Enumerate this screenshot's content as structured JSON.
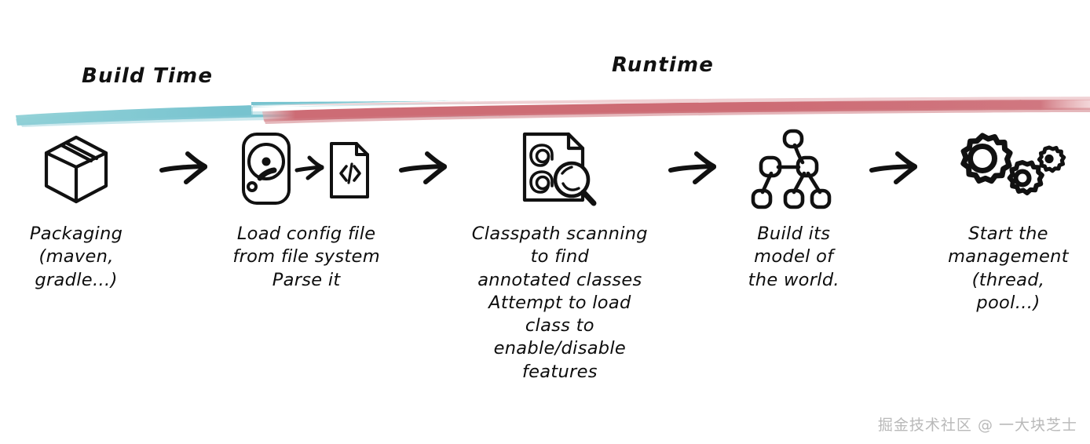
{
  "diagram": {
    "title_build_phase": "Build Time",
    "title_runtime_phase": "Runtime",
    "colors": {
      "build_bar": "#7ec5cf",
      "runtime_bar": "#cf6b74",
      "ink": "#111111",
      "background": "#ffffff",
      "watermark": "#b9b9b9"
    },
    "stages": [
      {
        "icon": "package-box-icon",
        "caption": "Packaging\n(maven,\ngradle…)"
      },
      {
        "icon": "hard-drive-to-code-file-icon",
        "caption": "Load config file\nfrom file system\nParse it"
      },
      {
        "icon": "annotated-document-magnifier-icon",
        "caption": "Classpath scanning\nto find\nannotated classes\nAttempt to load\nclass to\nenable/disable\nfeatures"
      },
      {
        "icon": "node-graph-icon",
        "caption": "Build its\nmodel of\nthe world."
      },
      {
        "icon": "gears-icon",
        "caption": "Start the\nmanagement\n(thread,\npool…)"
      }
    ],
    "arrows": [
      {
        "icon": "arrow-right-icon"
      },
      {
        "icon": "arrow-right-icon"
      },
      {
        "icon": "arrow-right-icon"
      },
      {
        "icon": "arrow-right-icon"
      }
    ],
    "watermark": "掘金技术社区 @ 一大块芝士"
  }
}
